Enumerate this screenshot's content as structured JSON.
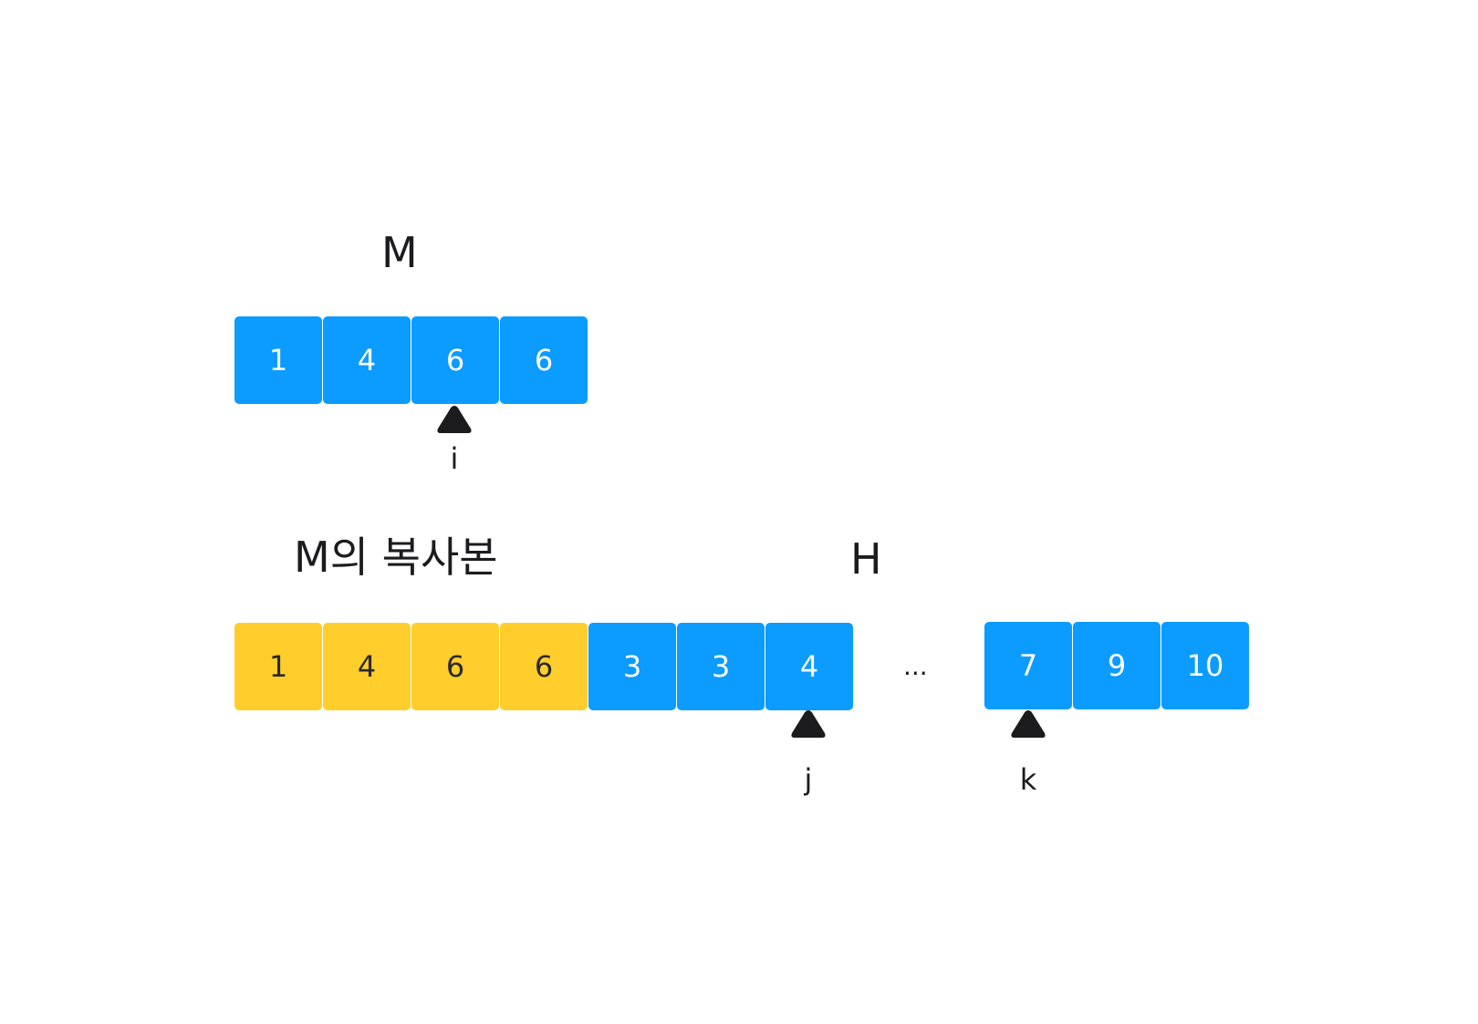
{
  "labels": {
    "m": "M",
    "copy": "M의 복사본",
    "h": "H"
  },
  "array_m": [
    "1",
    "4",
    "6",
    "6"
  ],
  "array_copy": [
    "1",
    "4",
    "6",
    "6"
  ],
  "array_h_left": [
    "3",
    "3",
    "4"
  ],
  "ellipsis": "...",
  "array_h_right": [
    "7",
    "9",
    "10"
  ],
  "pointers": {
    "i": "i",
    "j": "j",
    "k": "k"
  },
  "colors": {
    "blue": "#0c9bff",
    "yellow": "#ffce2c",
    "dark": "#1c1c1e"
  }
}
